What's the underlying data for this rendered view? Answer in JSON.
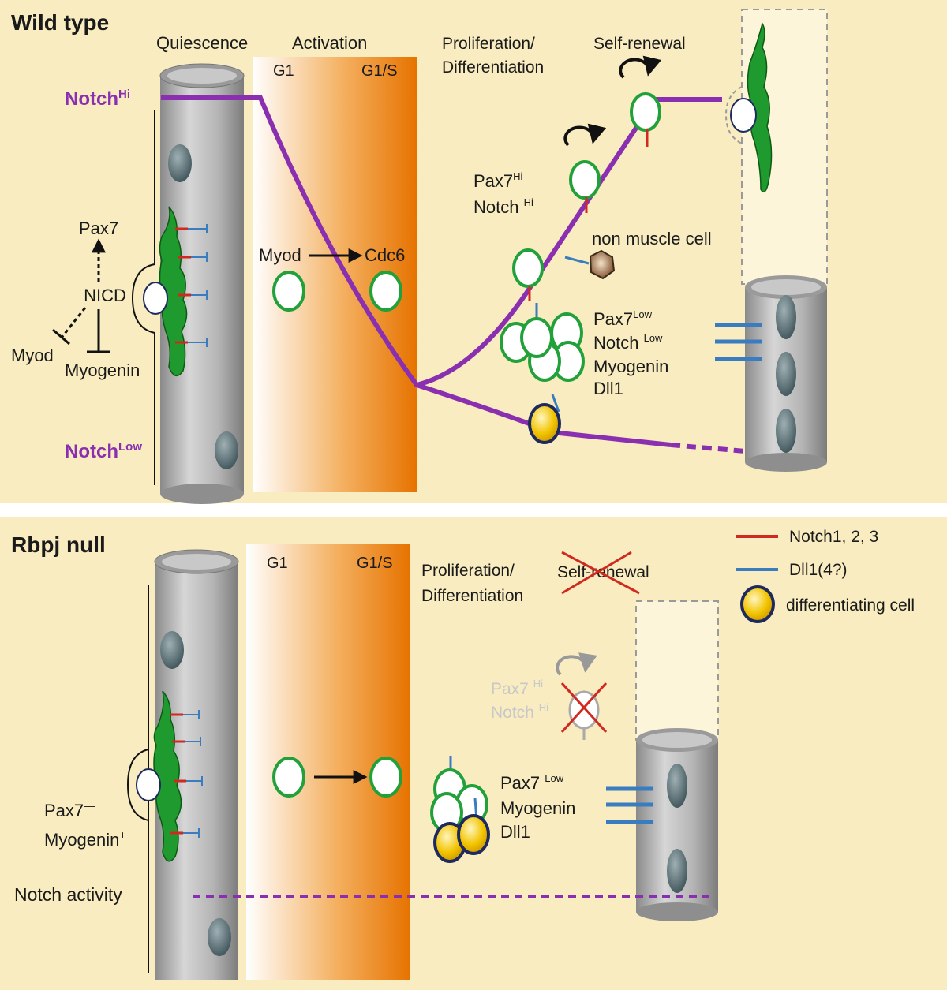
{
  "colors": {
    "panel_bg": "#f8ecc0",
    "notch_purple": "#8a2fb0",
    "cell_green": "#22a03a",
    "notch_red": "#d02a20",
    "dll_blue": "#3a7cc0",
    "diff_yellow": "#f2c400",
    "diff_border": "#1e2a5e",
    "orange": "#ec7a08",
    "fiber_gray": "#b8b8b8"
  },
  "top_panel": {
    "title": "Wild type",
    "stages": {
      "quiescence": "Quiescence",
      "activation": "Activation",
      "g1": "G1",
      "g1s": "G1/S",
      "prolif_line1": "Proliferation/",
      "prolif_line2": "Differentiation",
      "self_renewal": "Self-renewal"
    },
    "notch_hi": {
      "base": "Notch",
      "sup": "Hi"
    },
    "notch_low": {
      "base": "Notch",
      "sup": "Low"
    },
    "pax7": "Pax7",
    "nicd": "NICD",
    "myod": "Myod",
    "myogenin": "Myogenin",
    "myod_arrow_label": "Myod",
    "cdc6": "Cdc6",
    "pax7_hi": {
      "base": "Pax7",
      "sup": "Hi"
    },
    "notch_hi_cell": {
      "base": "Notch ",
      "sup": "Hi"
    },
    "non_muscle": "non muscle cell",
    "pax7_low": {
      "base": "Pax7",
      "sup": "Low"
    },
    "notch_low_cell": {
      "base": "Notch ",
      "sup": "Low"
    },
    "myogenin_cell": "Myogenin",
    "dll1": "Dll1"
  },
  "bottom_panel": {
    "title": "Rbpj null",
    "stages": {
      "g1": "G1",
      "g1s": "G1/S",
      "prolif_line1": "Proliferation/",
      "prolif_line2": "Differentiation",
      "self_renewal": "Self-renewal"
    },
    "pax7_hi_faded": {
      "base": "Pax7 ",
      "sup": "Hi"
    },
    "notch_hi_faded": {
      "base": "Notch ",
      "sup": "Hi"
    },
    "pax7_minus": {
      "base": "Pax7",
      "sup": "—"
    },
    "myogenin_plus": {
      "base": "Myogenin",
      "sup": "+"
    },
    "notch_activity": "Notch activity",
    "pax7_low": {
      "base": "Pax7 ",
      "sup": "Low"
    },
    "myogenin": "Myogenin",
    "dll1": "Dll1"
  },
  "legend": {
    "notch": "Notch1, 2, 3",
    "dll": "Dll1(4?)",
    "diff_cell": "differentiating cell"
  }
}
